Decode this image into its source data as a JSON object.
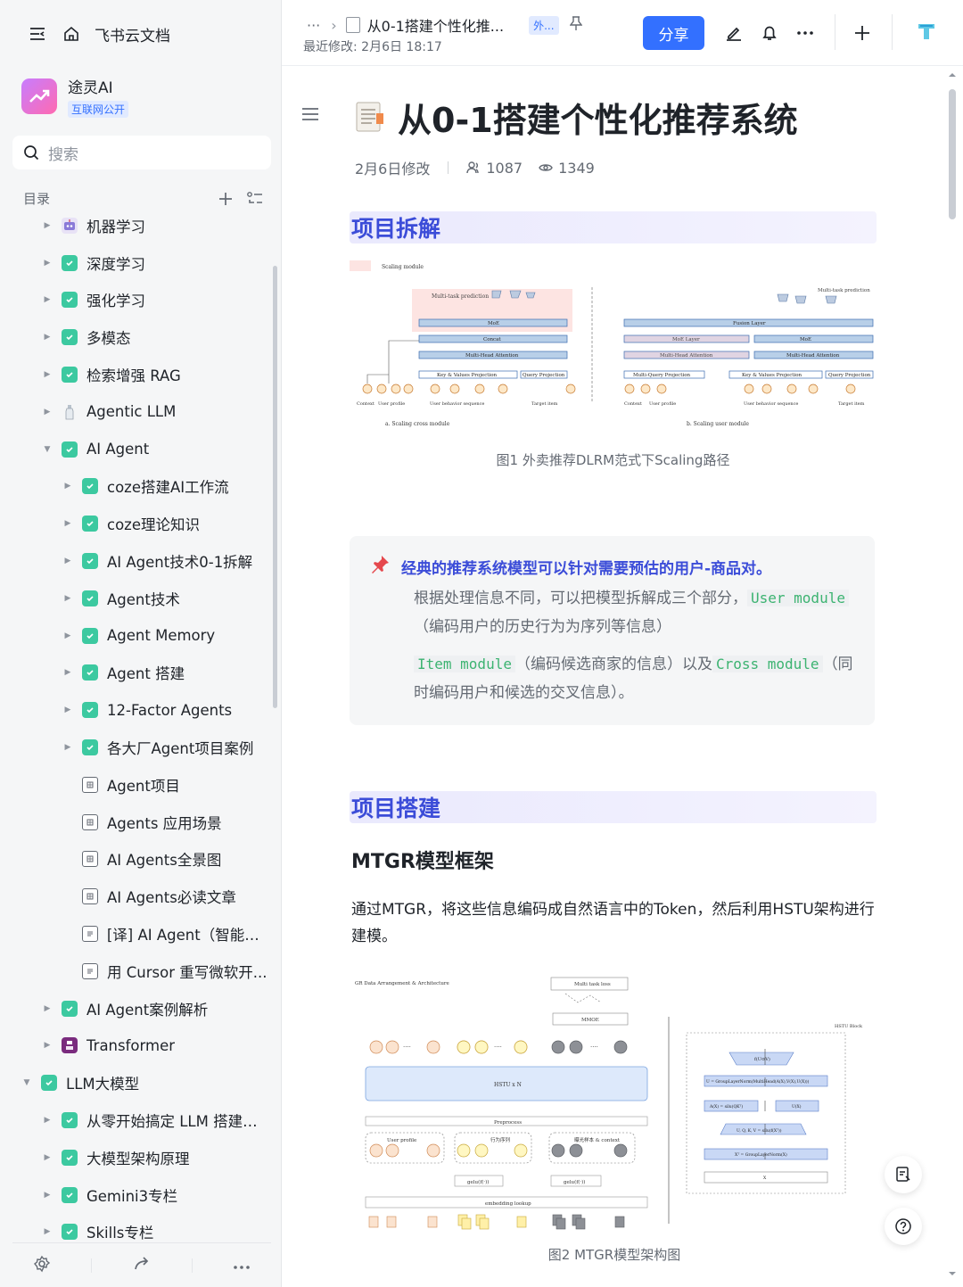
{
  "sidebar": {
    "top_label": "飞书云文档",
    "workspace_name": "途灵AI",
    "workspace_badge": "互联网公开",
    "search_placeholder": "搜索",
    "toc_label": "目录",
    "items": [
      {
        "label": "机器学习",
        "level": 1,
        "icon": "robot-icon",
        "expand": "collapsed"
      },
      {
        "label": "深度学习",
        "level": 1,
        "icon": "green-doc-icon",
        "expand": "collapsed"
      },
      {
        "label": "强化学习",
        "level": 1,
        "icon": "green-doc-icon",
        "expand": "collapsed"
      },
      {
        "label": "多模态",
        "level": 1,
        "icon": "green-doc-icon",
        "expand": "collapsed"
      },
      {
        "label": "检索增强 RAG",
        "level": 1,
        "icon": "green-doc-icon",
        "expand": "collapsed"
      },
      {
        "label": "Agentic LLM",
        "level": 1,
        "icon": "bottle-icon",
        "expand": "collapsed"
      },
      {
        "label": "AI Agent",
        "level": 1,
        "icon": "green-doc-icon",
        "expand": "expanded"
      },
      {
        "label": "coze搭建AI工作流",
        "level": 2,
        "icon": "green-doc-icon",
        "expand": "collapsed"
      },
      {
        "label": "coze理论知识",
        "level": 2,
        "icon": "green-doc-icon",
        "expand": "collapsed"
      },
      {
        "label": "AI Agent技术0-1拆解",
        "level": 2,
        "icon": "green-doc-icon",
        "expand": "collapsed"
      },
      {
        "label": "Agent技术",
        "level": 2,
        "icon": "green-doc-icon",
        "expand": "collapsed"
      },
      {
        "label": "Agent Memory",
        "level": 2,
        "icon": "green-doc-icon",
        "expand": "collapsed"
      },
      {
        "label": "Agent 搭建",
        "level": 2,
        "icon": "green-doc-icon",
        "expand": "collapsed"
      },
      {
        "label": "12-Factor Agents",
        "level": 2,
        "icon": "green-doc-icon",
        "expand": "collapsed"
      },
      {
        "label": "各大厂Agent项目案例",
        "level": 2,
        "icon": "green-doc-icon",
        "expand": "collapsed"
      },
      {
        "label": "Agent项目",
        "level": 2,
        "icon": "grid-doc-icon",
        "expand": "none"
      },
      {
        "label": "Agents 应用场景",
        "level": 2,
        "icon": "grid-doc-icon",
        "expand": "none"
      },
      {
        "label": "AI Agents全景图",
        "level": 2,
        "icon": "grid-doc-icon",
        "expand": "none"
      },
      {
        "label": "AI Agents必读文章",
        "level": 2,
        "icon": "grid-doc-icon",
        "expand": "none"
      },
      {
        "label": "[译] AI Agent（智能体...",
        "level": 2,
        "icon": "text-doc-icon",
        "expand": "none"
      },
      {
        "label": "用 Cursor 重写微软开...",
        "level": 2,
        "icon": "text-doc-icon",
        "expand": "none"
      },
      {
        "label": "AI Agent案例解析",
        "level": 1,
        "icon": "green-doc-icon",
        "expand": "collapsed"
      },
      {
        "label": "Transformer",
        "level": 1,
        "icon": "save-icon",
        "expand": "collapsed"
      },
      {
        "label": "LLM大模型",
        "level": 0,
        "icon": "green-doc-icon",
        "expand": "expanded"
      },
      {
        "label": "从零开始搞定 LLM 搭建全...",
        "level": 1,
        "icon": "green-doc-icon",
        "expand": "collapsed"
      },
      {
        "label": "大模型架构原理",
        "level": 1,
        "icon": "green-doc-icon",
        "expand": "collapsed"
      },
      {
        "label": "Gemini3专栏",
        "level": 1,
        "icon": "green-doc-icon",
        "expand": "collapsed"
      },
      {
        "label": "Skills专栏",
        "level": 1,
        "icon": "green-doc-icon",
        "expand": "collapsed"
      }
    ]
  },
  "header": {
    "breadcrumb_title": "从0-1搭建个性化推...",
    "external_tag": "外...",
    "last_modified": "最近修改: 2月6日 18:17",
    "share_label": "分享"
  },
  "doc": {
    "title": "从0-1搭建个性化推荐系统",
    "meta_modified": "2月6日修改",
    "meta_collaborators": "1087",
    "meta_views": "1349",
    "section1": "项目拆解",
    "fig1_caption": "图1 外卖推荐DLRM范式下Scaling路径",
    "callout_title": "经典的推荐系统模型可以针对需要预估的用户-商品对。",
    "callout_p1_pre": "根据处理信息不同，可以把模型拆解成三个部分，",
    "callout_code1": "User module",
    "callout_p1_post": "（编码用户的历史行为为序列等信息）",
    "callout_code2": "Item module",
    "callout_p2_mid": "（编码候选商家的信息）以及",
    "callout_code3": "Cross module",
    "callout_p2_post": "（同时编码用户和候选的交叉信息）。",
    "section2": "项目搭建",
    "h3": "MTGR模型框架",
    "paragraph": "通过MTGR，将这些信息编码成自然语言中的Token，然后利用HSTU架构进行建模。",
    "fig2_caption": "图2 MTGR模型架构图"
  },
  "fig1": {
    "legend": "Scaling module",
    "left_top": "Multi-task prediction",
    "moe": "MoE",
    "concat": "Concat",
    "mha": "Multi-Head Attention",
    "kv": "Key & Values Projection",
    "qp": "Query Projection",
    "context": "Context",
    "user_profile": "User profile",
    "user_seq": "User behavior sequence",
    "target": "Target item",
    "left_caption": "a. Scaling cross module",
    "fusion": "Fusion Layer",
    "moe_layer": "MoE Layer",
    "mqp": "Multi-Query Projection",
    "user_seq2": "User behavior sequence",
    "right_caption": "b. Scaling user module",
    "right_top": "Multi-task prediction"
  },
  "fig2": {
    "title": "GR Data Arrangement & Architecture",
    "loss": "Multi task loss",
    "mmoe": "MMOE",
    "hstu": "HSTU x N",
    "preprocess": "Preprocess",
    "embedding": "embedding lookup",
    "user_profile": "User profile",
    "seq": "行为序列",
    "exposure": "曝光样本 & context",
    "gelu1": "gelu(f(·))",
    "gelu2": "gelu(f(·))",
    "hstu_block": "HSTU Block",
    "b1": "f(U⊙V)",
    "b2": "U = GroupLayerNorm(MultiHead(A(X),V(X),U(X)))",
    "b3": "A(X) = silu(QKᵀ)",
    "b4": "U(X)",
    "b5": "U, Q, K, V = silu(f(Xᵀ))",
    "b6": "Xᵀ = GroupLayerNorm(X)",
    "b7": "X"
  }
}
